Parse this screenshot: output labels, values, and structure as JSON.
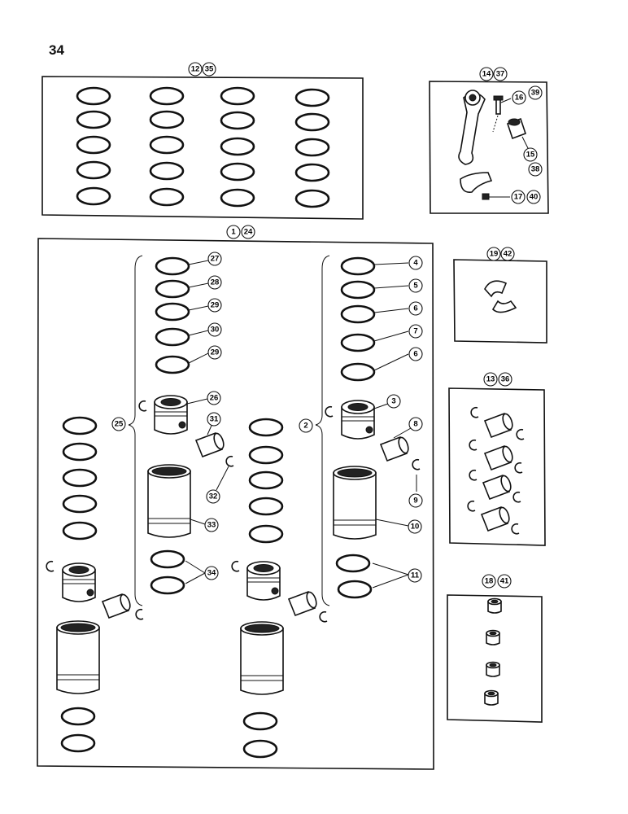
{
  "page": {
    "number": "34"
  },
  "callouts": {
    "ring_sets": [
      "12",
      "35"
    ],
    "connecting_rod": [
      "14",
      "37"
    ],
    "bolt": [
      "16",
      "39"
    ],
    "bushing": [
      "15",
      "38"
    ],
    "nut": [
      "17",
      "40"
    ],
    "sleeve_kits": [
      "1",
      "24"
    ],
    "rod_bearing": [
      "19",
      "42"
    ],
    "piston_pins": [
      "13",
      "36"
    ],
    "pin_bushings": [
      "18",
      "41"
    ],
    "kit_a_rings": [
      "27",
      "28",
      "29",
      "30",
      "29"
    ],
    "kit_a_piston_group": "25",
    "kit_a_piston": "26",
    "kit_a_pin": "31",
    "kit_a_retainer": "32",
    "kit_a_sleeve": "33",
    "kit_a_seal_rings": "34",
    "kit_b_rings": [
      "4",
      "5",
      "6",
      "7",
      "6"
    ],
    "kit_b_piston_group": "2",
    "kit_b_piston": "3",
    "kit_b_pin": "8",
    "kit_b_retainer": "9",
    "kit_b_sleeve": "10",
    "kit_b_seal_rings": "11"
  }
}
